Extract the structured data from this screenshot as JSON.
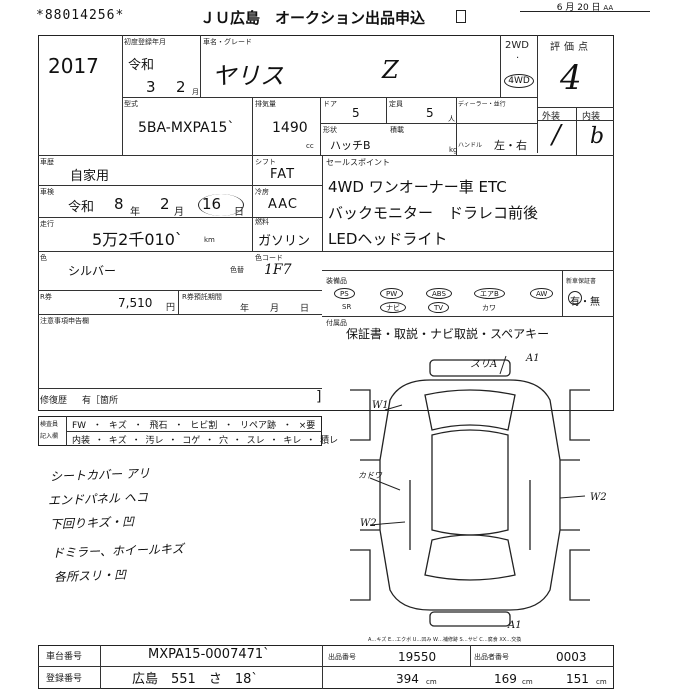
{
  "header": {
    "sheet_no": "*88014256*",
    "title": "ＪＵ広島　オークション出品申込",
    "date_value": "6 月 20 日",
    "date_suffix": "AA"
  },
  "vehicle": {
    "model_year": "2017",
    "first_reg_label": "初度登録年月",
    "era": "令和",
    "era_year": "3",
    "month": "2",
    "month_unit": "月",
    "name_label": "車名・グレード",
    "car_name": "ヤリス",
    "grade": "Z",
    "drive_2wd": "2WD",
    "drive_4wd": "4WD",
    "score_label": "評価点",
    "score": "4",
    "model_label": "型式",
    "model_code": "5BA-MXPA15`",
    "displacement_label": "排気量",
    "displacement": "1490",
    "displacement_unit": "cc",
    "doors_label": "ドア",
    "doors": "5",
    "capacity_label": "定員",
    "capacity": "5",
    "capacity_unit": "人",
    "dealer_label": "ディーラー・並行",
    "body_type_label": "形状",
    "load_label": "積載",
    "body_type": "ハッチB",
    "load_unit": "kg",
    "handle_label": "ハンドル",
    "handle_value": "左・右",
    "exterior_label": "外装",
    "interior_label": "内装",
    "exterior_grade": "/",
    "interior_grade": "b",
    "usage_label": "車歴",
    "usage": "自家用",
    "shift_label": "シフト",
    "shift": "FAT",
    "ac_label": "冷房",
    "ac": "AAC",
    "fuel_label": "燃料",
    "fuel": "ガソリン",
    "inspection_label": "車検",
    "insp_era": "令和",
    "insp_year": "8",
    "insp_year_unit": "年",
    "insp_month": "2",
    "insp_month_unit": "月",
    "insp_day": "16",
    "insp_day_unit": "日",
    "mileage_label": "走行",
    "mileage": "5万2千010`",
    "mileage_unit": "km",
    "color_label": "色",
    "color": "シルバー",
    "color_change_label": "色替",
    "color_code_label": "色コード",
    "color_code": "1F7",
    "recycle_label": "R券",
    "recycle": "7,510",
    "recycle_unit": "円",
    "recycle_date_label": "R券預託期間",
    "recycle_date": "年　月　日"
  },
  "sales_points": {
    "label": "セールスポイント",
    "lines": [
      "4WD ワンオーナー車 ETC",
      "バックモニター　ドラレコ前後",
      "LEDヘッドライト"
    ]
  },
  "equipment": {
    "label": "装備品",
    "items_row1": [
      "PS",
      "PW",
      "ABS",
      "エアB",
      "AW"
    ],
    "items_row2": [
      "SR",
      "ナビ",
      "TV",
      "カワ"
    ],
    "book_label": "新車保証書",
    "book_value": "有・無"
  },
  "accessories": {
    "label": "付属品",
    "text": "保証書・取説・ナビ取説・スペアキー"
  },
  "notes": {
    "label": "注意事項申告欄",
    "repair_label": "修復歴",
    "repair_value": "有［箇所",
    "inspector_label": "検査員記入欄",
    "fw_row": [
      "FW",
      "キズ",
      "飛石",
      "ヒビ割",
      "リペア跡",
      "×要"
    ],
    "interior_row": [
      "内装",
      "キズ",
      "汚レ",
      "コゲ",
      "穴",
      "スレ",
      "キレ",
      "積レ"
    ],
    "handwritten": [
      "シートカバー アリ",
      "エンドパネル ヘコ",
      "下回りキズ・凹",
      "ドミラー、ホイールキズ",
      "各所スリ・凹"
    ]
  },
  "diagram": {
    "marks": [
      "スリA",
      "A1",
      "W1",
      "カドワ",
      "W2",
      "W2",
      "A1"
    ],
    "legend": "A…キズ  E…エクボ  U…凹み  W…補修跡  S…サビ  C…腐食  XX…交換"
  },
  "footer": {
    "chassis_label": "車台番号",
    "chassis": "MXPA15-0007471`",
    "plate_label": "登録番号",
    "plate": "広島　551　さ　18`",
    "entry_no_label": "出品番号",
    "entry_no": "19550",
    "exhibitor_label": "出品者番号",
    "exhibitor_no": "0003",
    "length": "394",
    "width": "169",
    "height": "151",
    "dim_unit": "cm"
  }
}
